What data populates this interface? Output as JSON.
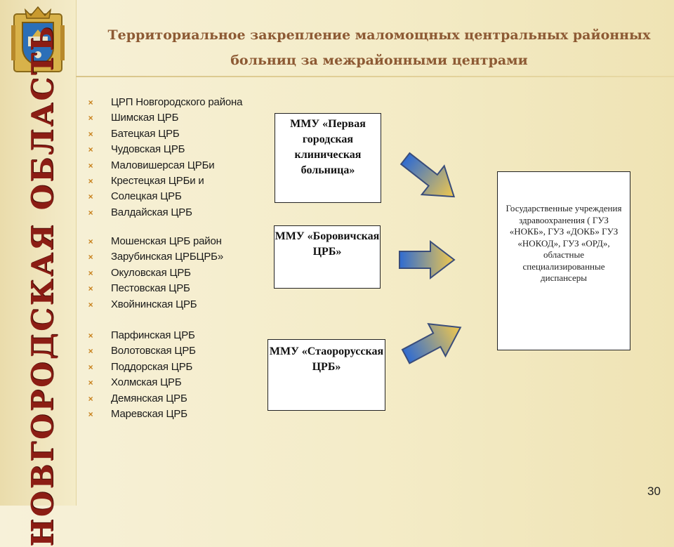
{
  "slide": {
    "title": "Территориальное закрепление маломощных центральных районных больниц за межрайонными центрами",
    "region_name": "НОВГОРОДСКАЯ ОБЛАСТЬ",
    "page_number": "30"
  },
  "hospital_groups": [
    {
      "items": [
        "ЦРП Новгородского района",
        "Шимская ЦРБ",
        "Батецкая ЦРБ",
        "Чудовская ЦРБ",
        "Маловишерсая ЦРБи",
        "Крестецкая ЦРБи и",
        "Солецкая ЦРБ",
        "Валдайская ЦРБ"
      ]
    },
    {
      "items": [
        "Мошенская ЦРБ район",
        "Зарубинская ЦРБЦРБ»",
        "Окуловская ЦРБ",
        "Пестовская ЦРБ",
        "Хвойнинская ЦРБ"
      ]
    },
    {
      "items": [
        "Парфинская ЦРБ",
        "Волотовская ЦРБ",
        "Поддорская ЦРБ",
        "Холмская ЦРБ",
        "Демянская ЦРБ",
        "Маревская ЦРБ"
      ]
    }
  ],
  "mmu_centers": [
    {
      "label": "ММУ «Первая городская клиническая больница»"
    },
    {
      "label": "ММУ «Боровичская ЦРБ»"
    },
    {
      "label": "ММУ «Стаорорусская ЦРБ»"
    }
  ],
  "target": {
    "label": "Государственные учреждения здравоохранения ( ГУЗ «НОКБ», ГУЗ «ДОКБ» ГУЗ «НОКОД», ГУЗ «ОРД», областные специализированные диспансеры"
  },
  "colors": {
    "title": "#8d5a34",
    "region_name": "#8c1d14",
    "bullet": "#c8821d",
    "arrow_start": "#2f6bd1",
    "arrow_end": "#f2c94c"
  },
  "icons": {
    "bullet": "×",
    "emblem": "coat-of-arms-icon"
  }
}
